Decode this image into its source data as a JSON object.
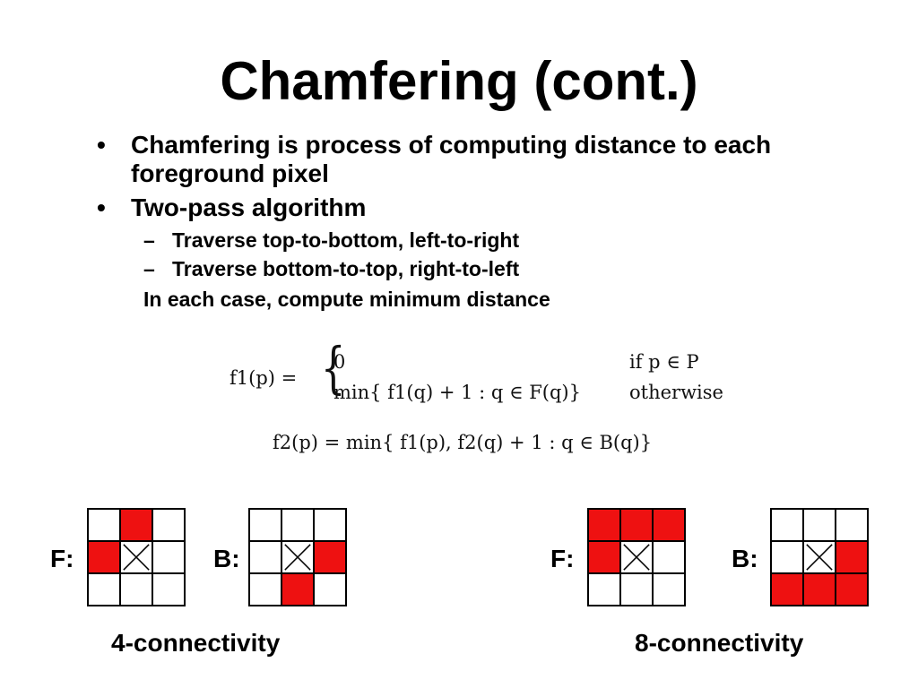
{
  "title": "Chamfering (cont.)",
  "bullets": [
    {
      "mark": "•",
      "text": "Chamfering is process of computing distance to each foreground pixel"
    },
    {
      "mark": "•",
      "text": "Two-pass algorithm"
    }
  ],
  "subbullets": [
    {
      "mark": "–",
      "text": "Traverse top-to-bottom, left-to-right"
    },
    {
      "mark": "–",
      "text": "Traverse bottom-to-top, right-to-left"
    }
  ],
  "plain_line": "In each case, compute minimum distance",
  "equation1": {
    "lhs": "f1(p) =",
    "case1": "0",
    "cond1": "if p ∈ P",
    "case2": "min{ f1(q) + 1 : q ∈ F(q)}",
    "cond2": "otherwise"
  },
  "equation2": "f2(p) = min{ f1(p), f2(q) + 1 : q ∈ B(q)}",
  "panels": [
    {
      "label": "F:",
      "red": [
        1,
        3
      ]
    },
    {
      "label": "B:",
      "red": [
        5,
        7
      ]
    },
    {
      "label": "F:",
      "red": [
        0,
        1,
        2,
        3
      ]
    },
    {
      "label": "B:",
      "red": [
        5,
        6,
        7,
        8
      ]
    }
  ],
  "captions": [
    "4-connectivity",
    "8-connectivity"
  ],
  "colors": {
    "highlight": "#ee1111"
  }
}
